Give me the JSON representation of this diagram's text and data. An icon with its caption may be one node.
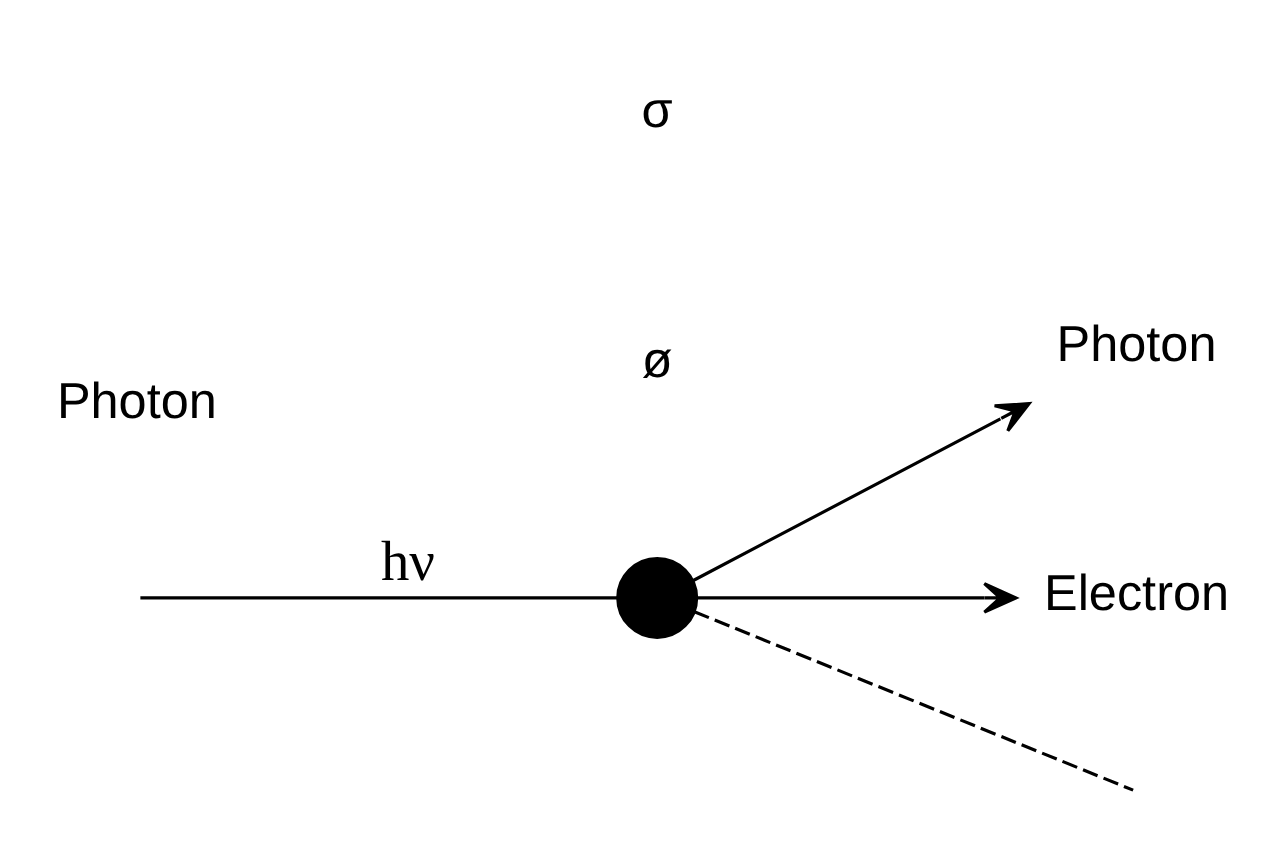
{
  "diagram": {
    "nodes": [
      {
        "text": [],
        "shape": "circle"
      },
      {
        "text": [
          "Photon"
        ]
      },
      {
        "text": [
          "Electron"
        ]
      }
    ],
    "edges": [
      {
        "from": null,
        "to": 0,
        "arrow": "none",
        "label": "hν"
      },
      {
        "from": 0,
        "to": 1,
        "arrow": "to"
      },
      {
        "from": 0,
        "to": 2,
        "arrow": "to"
      },
      {
        "from": 0,
        "to": null,
        "arrow": "none",
        "style": "dashed"
      }
    ],
    "labels": [
      "Photon",
      "ø",
      "σ"
    ]
  }
}
